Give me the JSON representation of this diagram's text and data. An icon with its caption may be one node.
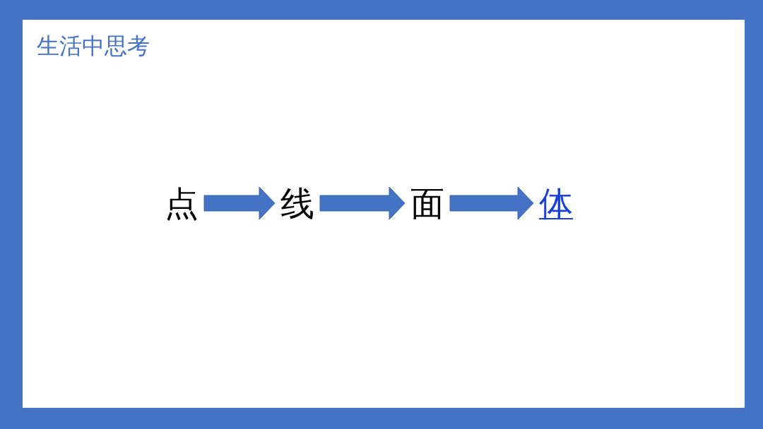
{
  "diagram": {
    "title": "生活中思考",
    "nodes": [
      {
        "text": [
          "点"
        ]
      },
      {
        "text": [
          "线"
        ]
      },
      {
        "text": [
          "面"
        ]
      },
      {
        "text": [
          "体"
        ]
      }
    ],
    "edges": [
      {
        "from": 0,
        "to": 1,
        "arrow": "to"
      },
      {
        "from": 1,
        "to": 2,
        "arrow": "to"
      },
      {
        "from": 2,
        "to": 3,
        "arrow": "to"
      }
    ]
  }
}
